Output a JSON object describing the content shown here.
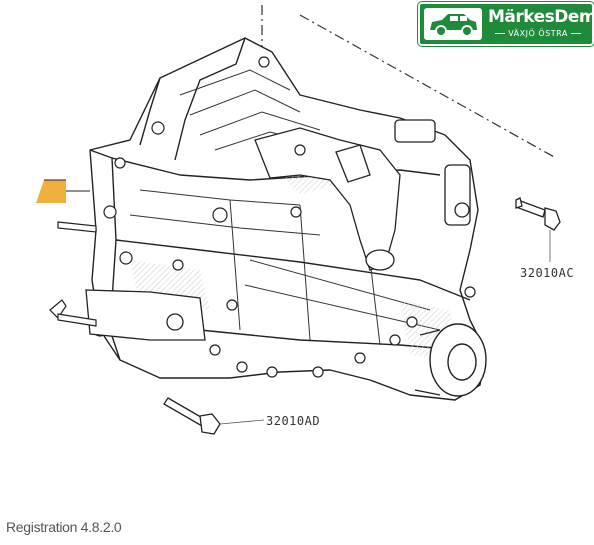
{
  "brand": {
    "name": "MärkesDemo",
    "location": "VÄXJÖ ÖSTRA",
    "color": "#1e8a3a"
  },
  "diagram": {
    "callouts": [
      {
        "id": "bolt-right",
        "label": "32010AC"
      },
      {
        "id": "bolt-bottom",
        "label": "32010AD"
      }
    ],
    "marker_color": "#f0b040"
  },
  "footer": {
    "text": "Registration 4.8.2.0"
  }
}
